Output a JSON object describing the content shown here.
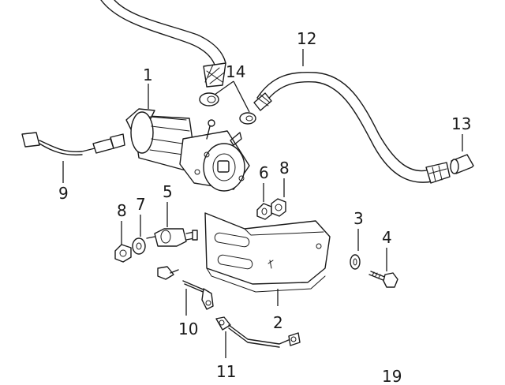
{
  "diagram": {
    "part_labels": {
      "p1": "1",
      "p2": "2",
      "p3": "3",
      "p4": "4",
      "p5": "5",
      "p6": "6",
      "p7": "7",
      "p8a": "8",
      "p8b": "8",
      "p9": "9",
      "p10": "10",
      "p11": "11",
      "p12": "12",
      "p13": "13",
      "p14": "14"
    },
    "page_number": "19"
  }
}
